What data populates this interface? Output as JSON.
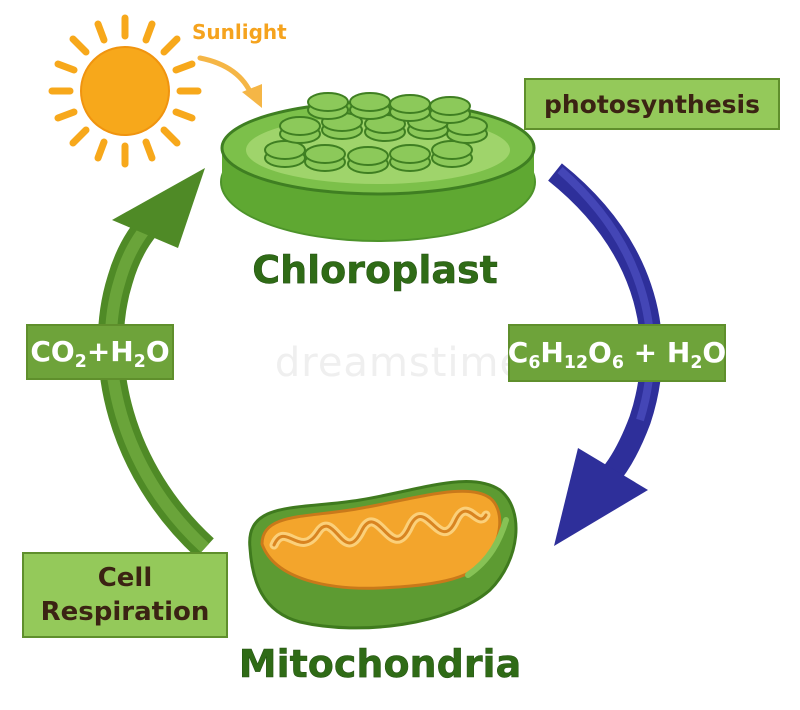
{
  "labels": {
    "sunlight": "Sunlight",
    "photosynthesis": "photosynthesis",
    "chloroplast": "Chloroplast",
    "mitochondria": "Mitochondria",
    "cell_respiration_line1": "Cell",
    "cell_respiration_line2": "Respiration"
  },
  "formulas": {
    "reactants": [
      {
        "text": "CO",
        "sub": false
      },
      {
        "text": "2",
        "sub": true
      },
      {
        "text": "+H",
        "sub": false
      },
      {
        "text": "2",
        "sub": true
      },
      {
        "text": "O",
        "sub": false
      }
    ],
    "products": [
      {
        "text": "C",
        "sub": false
      },
      {
        "text": "6",
        "sub": true
      },
      {
        "text": "H",
        "sub": false
      },
      {
        "text": "12",
        "sub": true
      },
      {
        "text": "O",
        "sub": false
      },
      {
        "text": "6",
        "sub": true
      },
      {
        "text": " + H",
        "sub": false
      },
      {
        "text": "2",
        "sub": true
      },
      {
        "text": "O",
        "sub": false
      }
    ]
  },
  "watermark": "dreamstime",
  "colors": {
    "sun": "#f7a81b",
    "sunlight_text": "#f5a31e",
    "green_arrow": "#4f8a26",
    "blue_arrow": "#2e2f9a",
    "chloroplast_outer": "#5fa832",
    "thylakoid": "#8cc95a",
    "mitochondria_outer": "#6aa83a",
    "mitochondria_inner": "#f3a52c",
    "label_green": "#2f6b16",
    "box_light": "#94c95a",
    "box_dark": "#6ea33a"
  }
}
